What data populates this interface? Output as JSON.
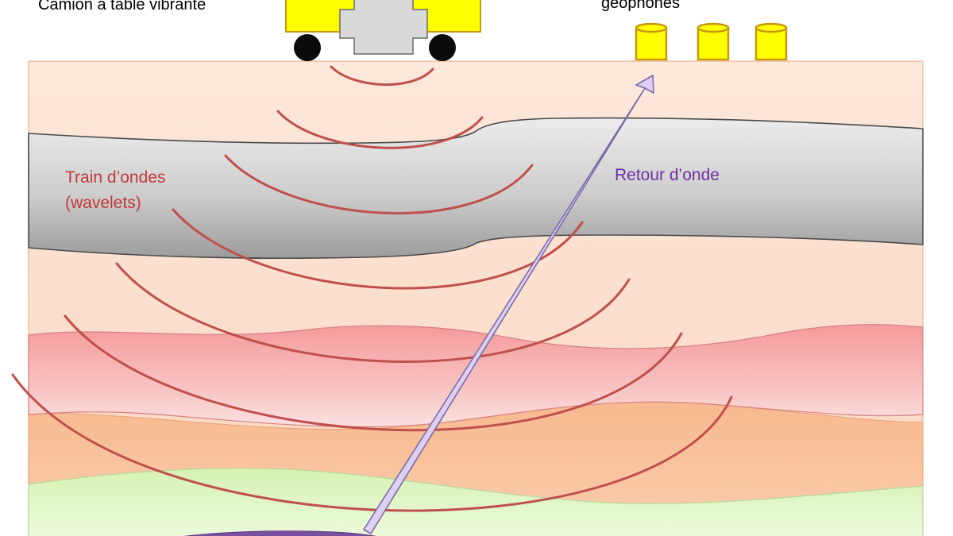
{
  "labels": {
    "truck": "Camion à table vibrante",
    "geophones": "géophones",
    "wave_train_line1": "Train d’ondes",
    "wave_train_line2": "(wavelets)",
    "wave_return": "Retour  d’onde"
  },
  "colors": {
    "wave": "#c0504d",
    "wave_train_text": "#c0393b",
    "return_text": "#7030a0",
    "return_arrow_fill": "#ddd0f2",
    "return_arrow_stroke": "#7b6aa8",
    "truck_body": "#ffff00",
    "truck_border": "#c8960c",
    "geophone": "#ffff00",
    "layer_top": "#fce4d4",
    "layer_gray": "#cfcfcf",
    "layer_mid": "#f9d2b8",
    "layer_pink": "#f8b0b0",
    "layer_orange": "#f9c39c",
    "layer_green": "#e4f7cc",
    "layer_purple": "#7a4fa0"
  },
  "icons": [
    "vibrator-truck-icon",
    "geophone-icon",
    "wave-arc",
    "return-arrow"
  ]
}
